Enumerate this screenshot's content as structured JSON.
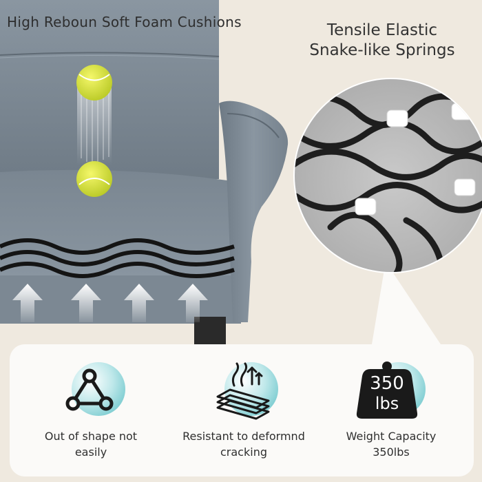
{
  "headline": "High Reboun Soft Foam Cushions",
  "springs": {
    "line1": "Tensile Elastic",
    "line2": "Snake-like Springs"
  },
  "features": [
    {
      "icon": "triangle-link-icon",
      "line1": "Out of shape not",
      "line2": "easily"
    },
    {
      "icon": "layered-foam-icon",
      "line1": "Resistant to deformnd",
      "line2": "cracking"
    },
    {
      "icon": "weight-icon",
      "badge_top": "350",
      "badge_bottom": "lbs",
      "line1": "Weight Capacity",
      "line2": "350lbs"
    }
  ],
  "colors": {
    "background": "#efe9df",
    "sofa": "#7f8b96",
    "accent": "#56bcc2",
    "ball": "#d8e33a",
    "spring": "#1e1e1e"
  }
}
